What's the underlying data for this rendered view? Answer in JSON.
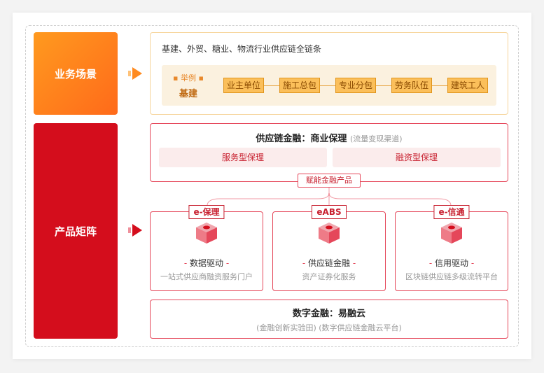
{
  "sections": {
    "business_label": "业务场景",
    "product_label": "产品矩阵"
  },
  "business": {
    "title": "基建、外贸、糖业、物流行业供应链全链条",
    "example_small": "举例",
    "example_big": "基建",
    "chain": [
      "业主单位",
      "施工总包",
      "专业分包",
      "劳务队伍",
      "建筑工人"
    ]
  },
  "factoring": {
    "title": "供应链金融：商业保理",
    "subtitle": "(流量变现渠道)",
    "types": [
      "服务型保理",
      "融资型保理"
    ],
    "empower": "赋能金融产品"
  },
  "products": [
    {
      "tag": "e-保理",
      "name": "数据驱动",
      "desc": "一站式供应商融资服务门户"
    },
    {
      "tag": "eABS",
      "name": "供应链金融",
      "desc": "资产证券化服务"
    },
    {
      "tag": "e-信通",
      "name": "信用驱动",
      "desc": "区块链供应链多级流转平台"
    }
  ],
  "cloud": {
    "title": "数字金融：易融云",
    "subtitle": "(金融创新实验田)  (数字供应链金融云平台)"
  },
  "colors": {
    "orange": "#ff7a1a",
    "red": "#d40d1c",
    "border_red": "#e5475a",
    "chain_fill": "#fbbf5a"
  }
}
